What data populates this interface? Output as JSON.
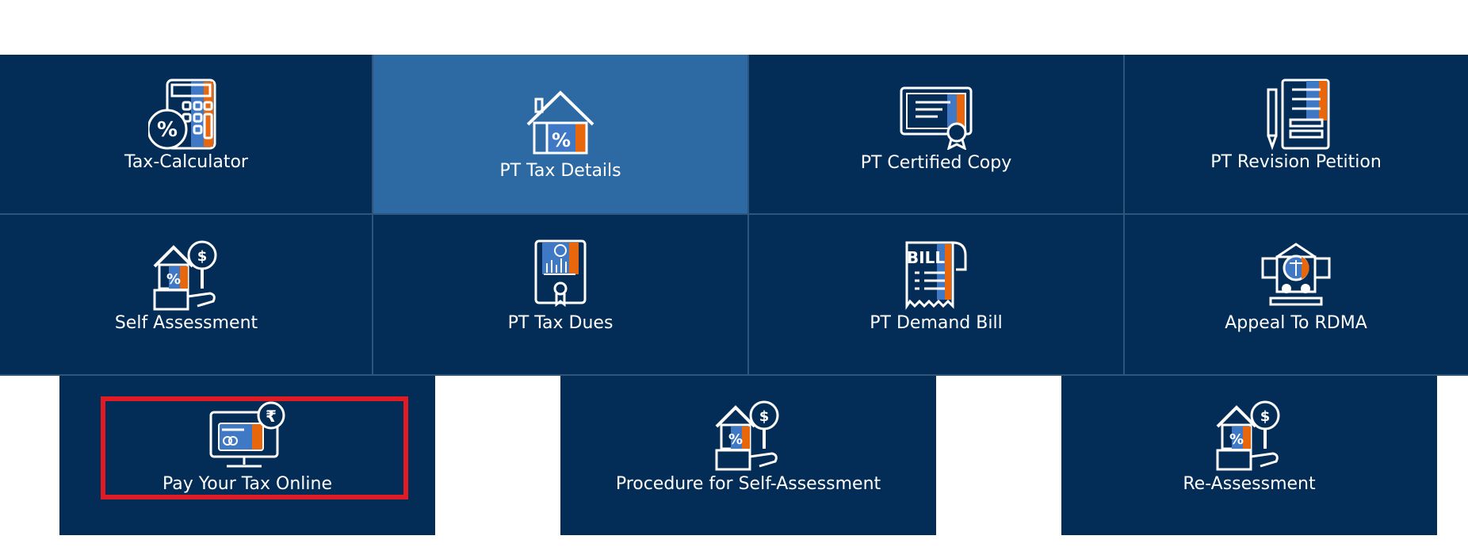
{
  "colors": {
    "tile_bg": "#032d57",
    "tile_active_bg": "#2d6aa3",
    "accent_orange": "#e8670c",
    "accent_blue": "#3f78c4",
    "highlight_border": "#e01b24"
  },
  "tiles": [
    {
      "label": "Tax-Calculator",
      "icon": "calculator-icon"
    },
    {
      "label": "PT Tax Details",
      "icon": "house-percent-icon"
    },
    {
      "label": "PT Certified Copy",
      "icon": "certificate-icon"
    },
    {
      "label": "PT Revision Petition",
      "icon": "document-pen-icon"
    },
    {
      "label": "Self Assessment",
      "icon": "house-magnifier-icon"
    },
    {
      "label": "PT Tax Dues",
      "icon": "report-chart-icon"
    },
    {
      "label": "PT Demand Bill",
      "icon": "bill-icon"
    },
    {
      "label": "Appeal To RDMA",
      "icon": "court-scales-icon"
    },
    {
      "label": "Pay Your Tax Online",
      "icon": "monitor-card-rupee-icon"
    },
    {
      "label": "Procedure for Self-Assessment",
      "icon": "house-magnifier-icon"
    },
    {
      "label": "Re-Assessment",
      "icon": "house-magnifier-icon"
    }
  ],
  "icon_text": {
    "bill": "BILL",
    "percent": "%",
    "dollar": "$",
    "rupee": "₹"
  }
}
